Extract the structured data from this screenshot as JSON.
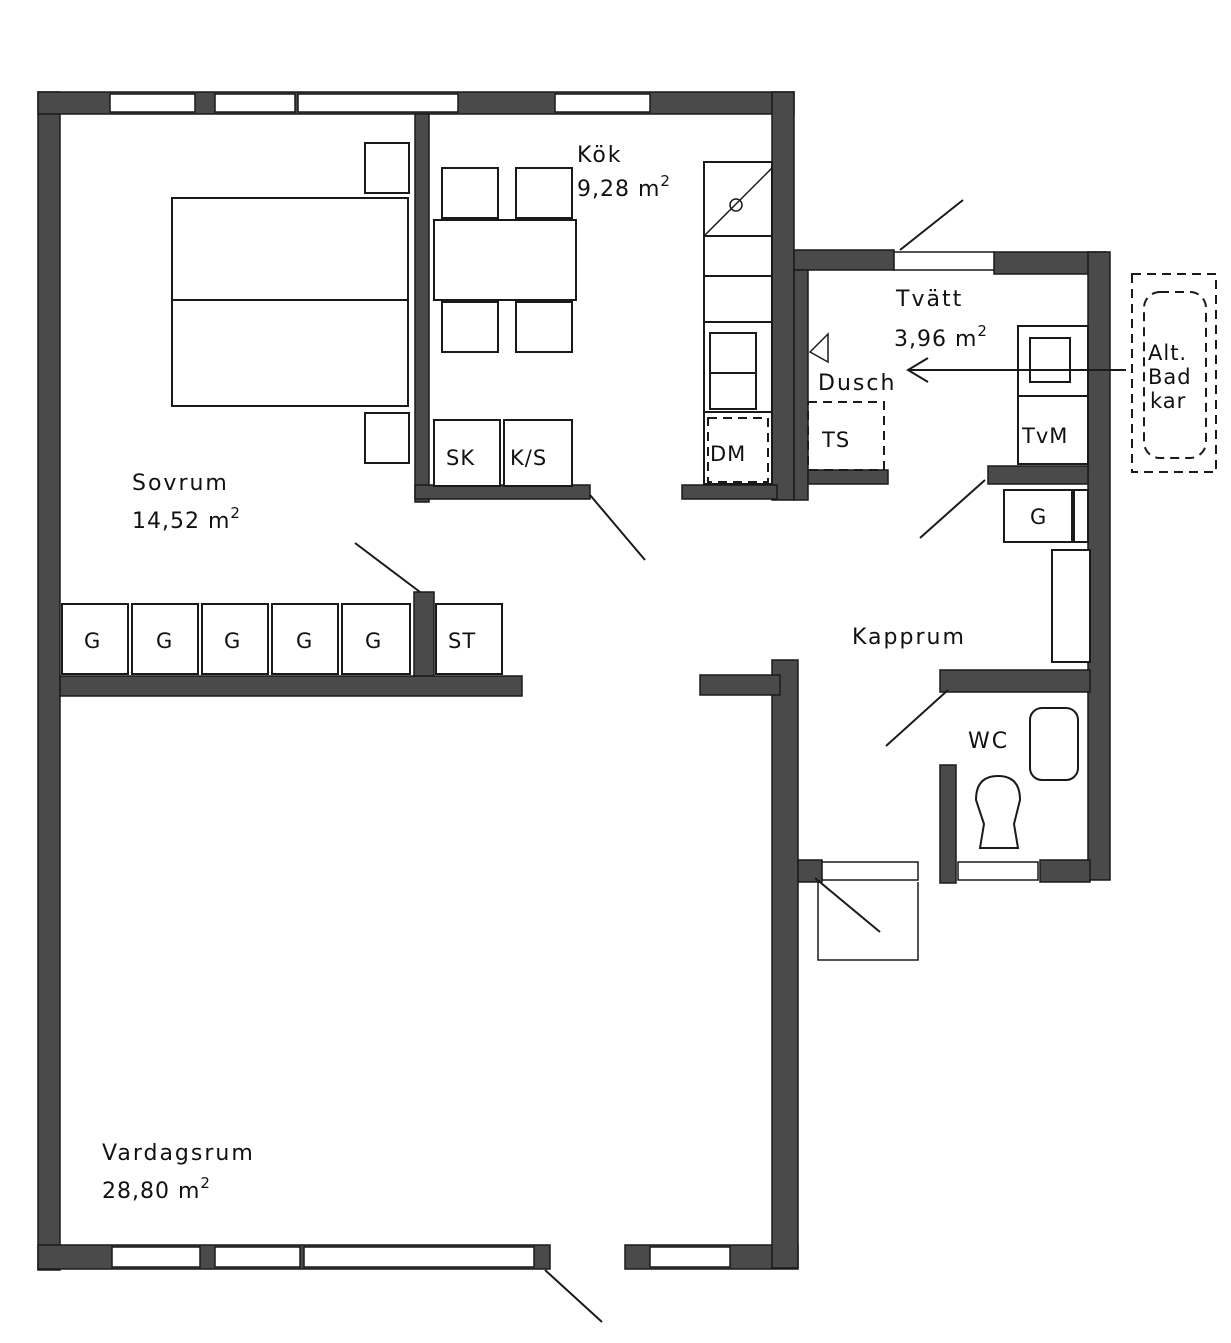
{
  "rooms": {
    "kok": {
      "name": "Kök",
      "area": "9,28 m",
      "unit_exp": "2"
    },
    "tvatt": {
      "name": "Tvätt",
      "area": "3,96 m",
      "unit_exp": "2"
    },
    "sovrum": {
      "name": "Sovrum",
      "area": "14,52 m",
      "unit_exp": "2"
    },
    "vardagsrum": {
      "name": "Vardagsrum",
      "area": "28,80 m",
      "unit_exp": "2"
    },
    "kapprum": {
      "name": "Kapprum"
    },
    "wc": {
      "name": "WC"
    },
    "dusch": {
      "name": "Dusch"
    }
  },
  "fixtures": {
    "wardrobes": [
      "G",
      "G",
      "G",
      "G",
      "G"
    ],
    "storage": "ST",
    "sk": "SK",
    "ks": "K/S",
    "dm": "DM",
    "ts": "TS",
    "tvm": "TvM",
    "hall_g": "G",
    "alt_bathtub": [
      "Alt.",
      "Bad",
      "kar"
    ]
  }
}
